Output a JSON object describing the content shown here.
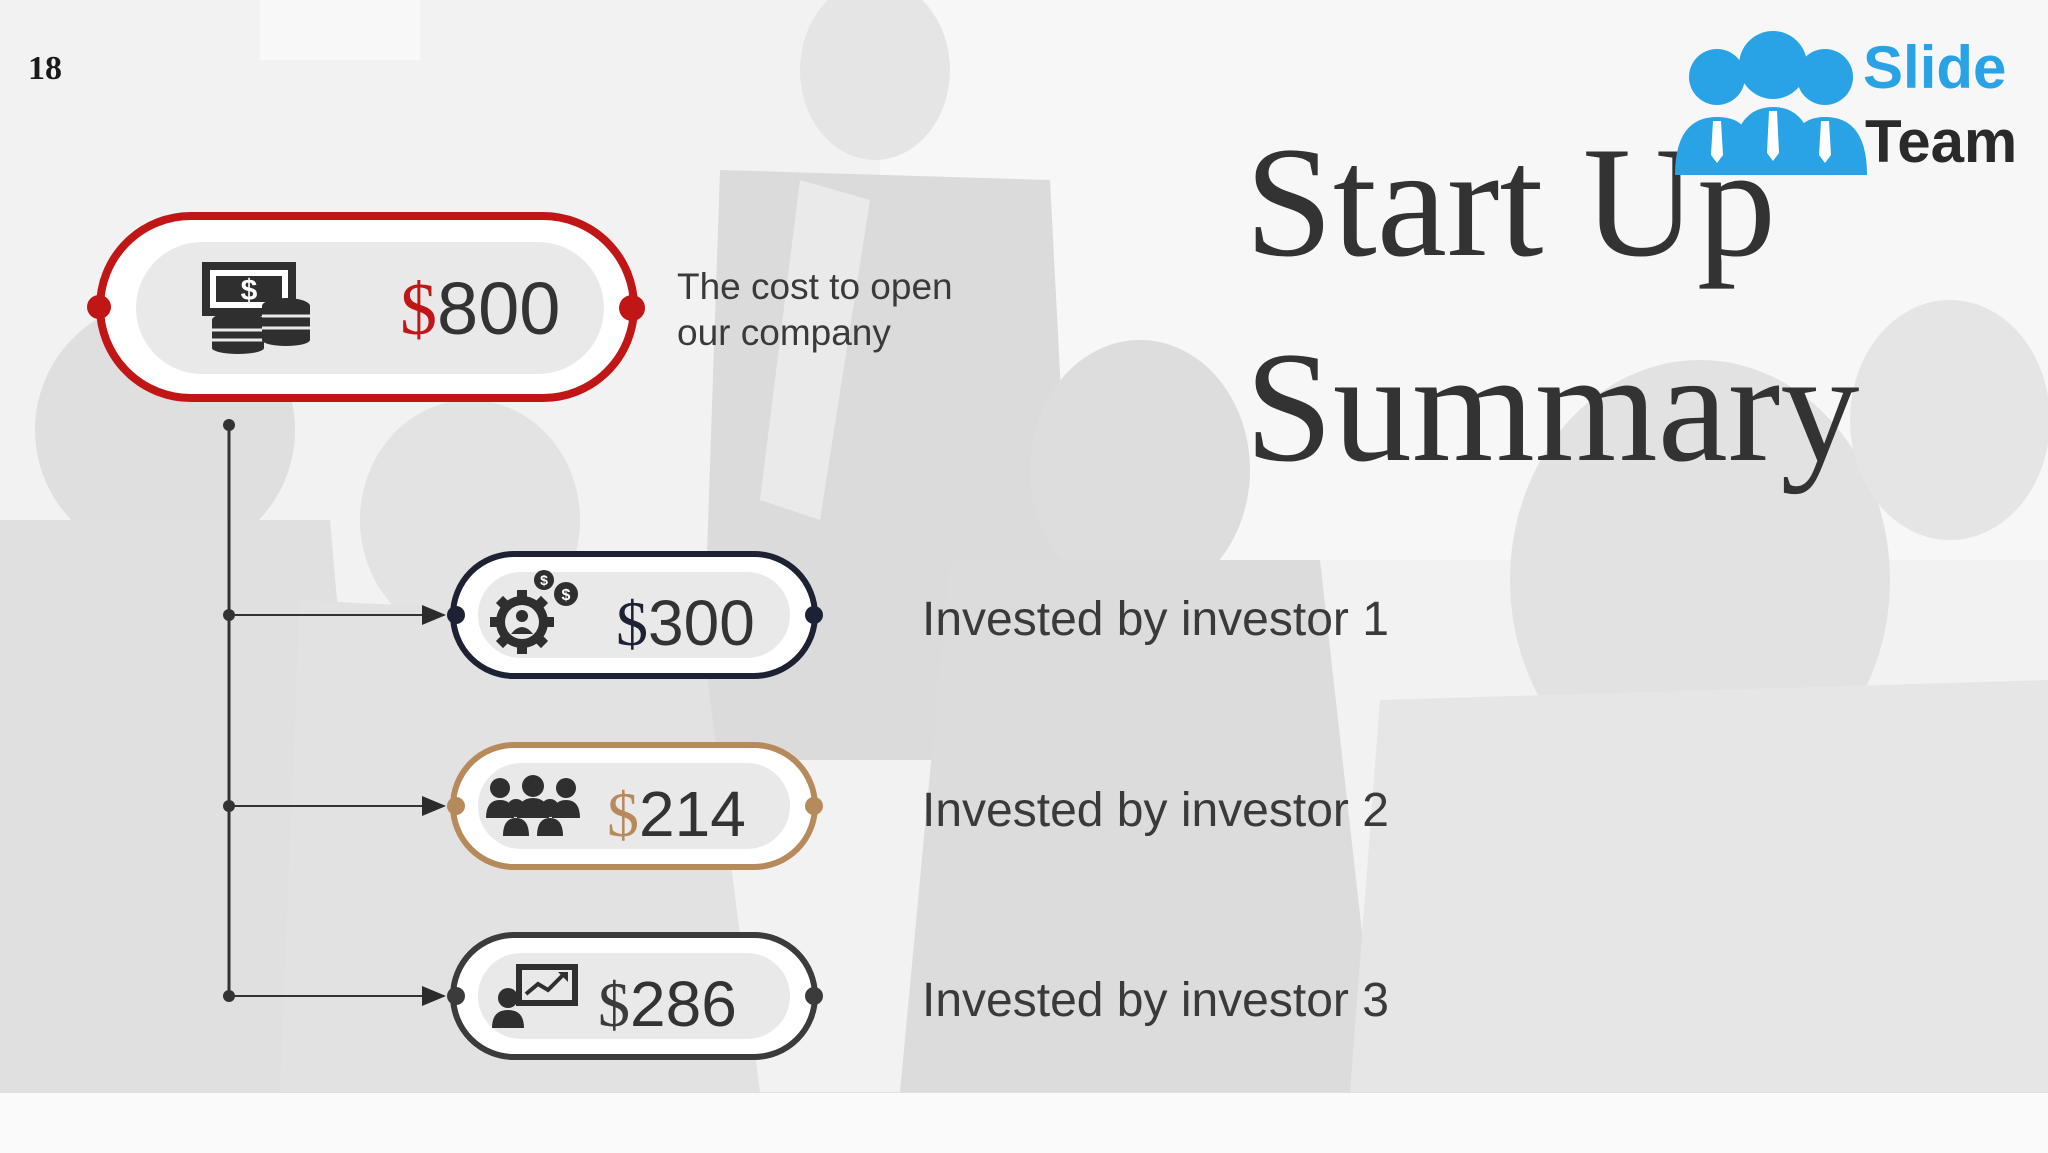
{
  "slide": {
    "page_number": "18",
    "title_line1": "Start Up",
    "title_line2": "Summary"
  },
  "logo": {
    "word1": "Slide",
    "word2": "Team",
    "colors": {
      "brand_blue": "#29a3e6",
      "dark": "#2a2a2a"
    }
  },
  "main_cost": {
    "currency": "$",
    "amount": "800",
    "description_line1": "The cost to open",
    "description_line2": "our company",
    "icon": "money-coins-icon",
    "accent_color": "#c01616"
  },
  "investors": [
    {
      "currency": "$",
      "amount": "300",
      "description": "Invested by investor 1",
      "icon": "investor-gear-icon",
      "accent_color": "#1c2233"
    },
    {
      "currency": "$",
      "amount": "214",
      "description": "Invested by investor 2",
      "icon": "team-group-icon",
      "accent_color": "#b78a5c"
    },
    {
      "currency": "$",
      "amount": "286",
      "description": "Invested by investor 3",
      "icon": "presentation-chart-icon",
      "accent_color": "#3b3b3b"
    }
  ]
}
